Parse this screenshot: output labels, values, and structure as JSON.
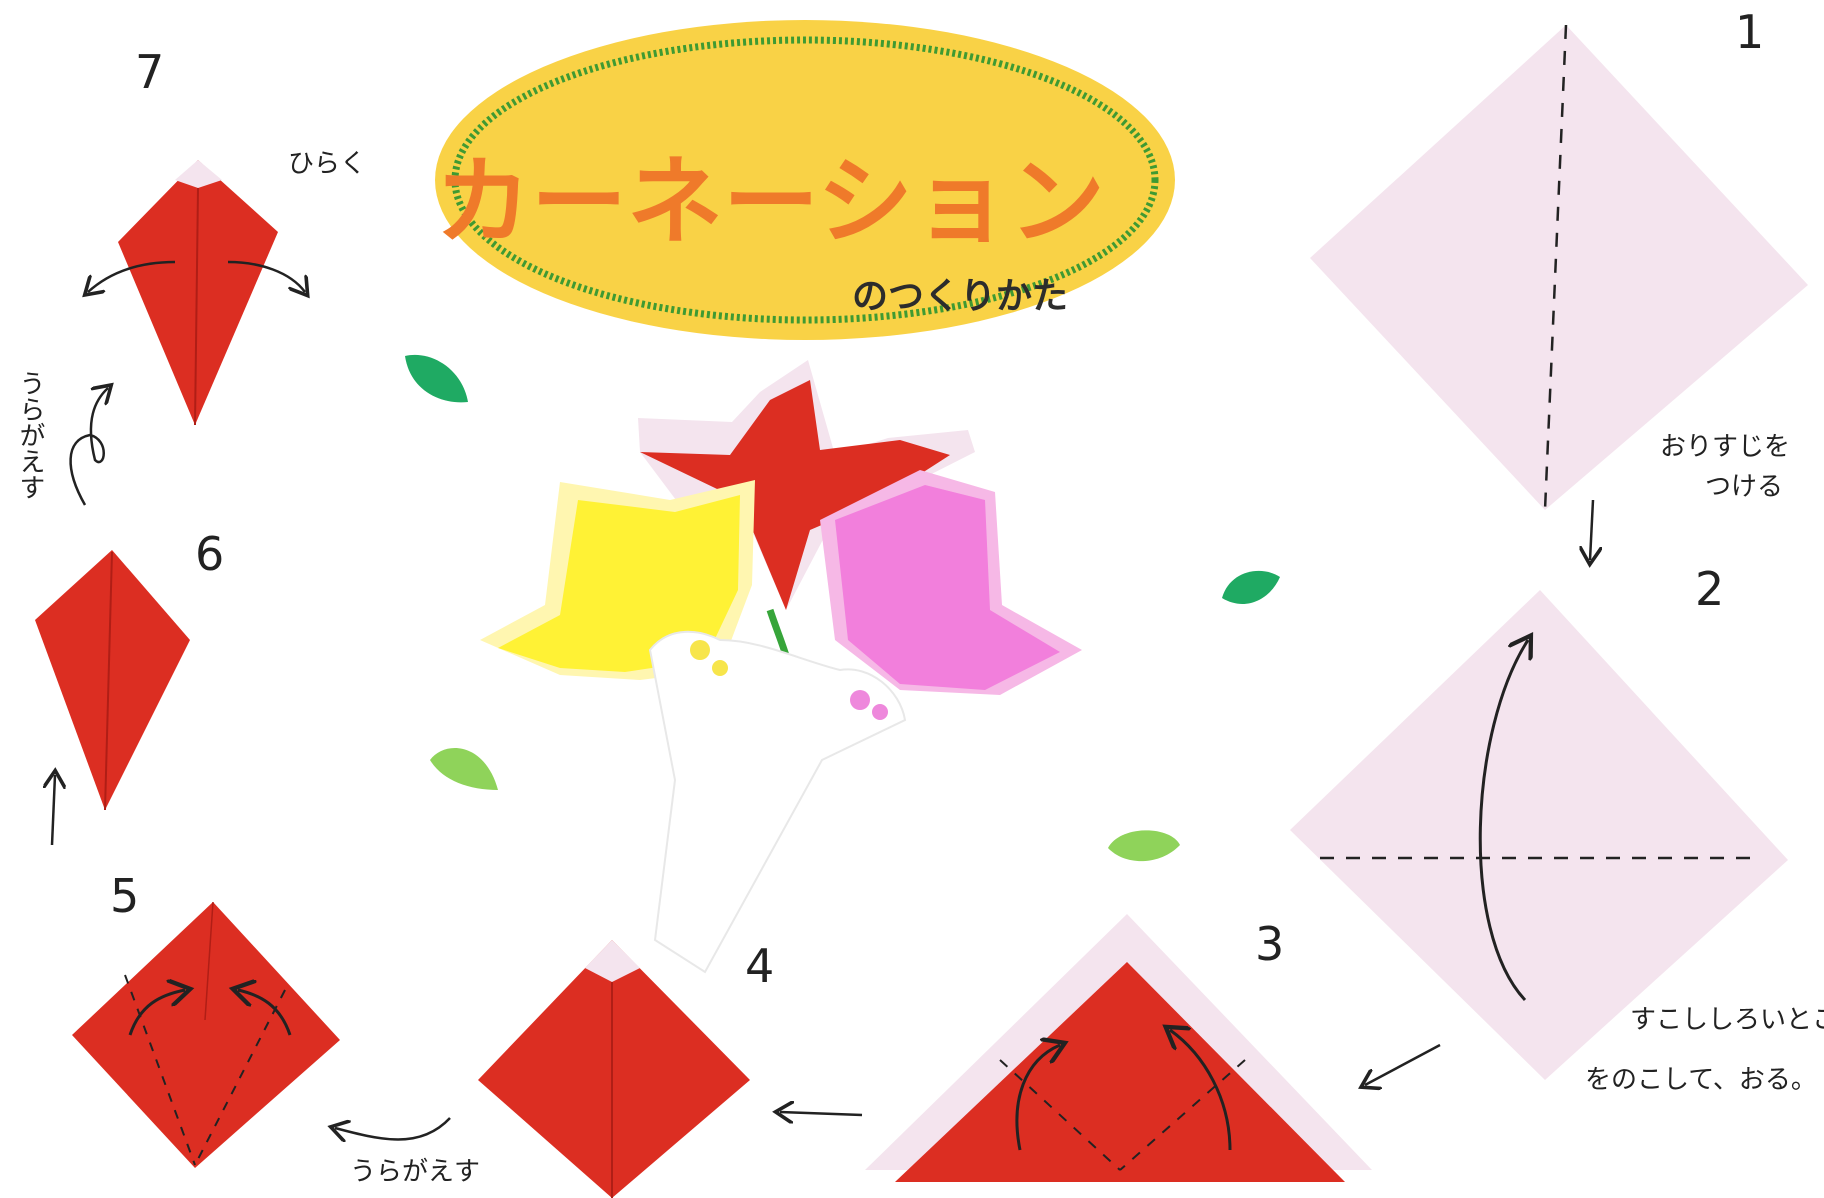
{
  "title": "カーネーション",
  "subtitle": "のつくりかた",
  "steps": {
    "s1": {
      "number": "1",
      "note_line1": "おりすじを",
      "note_line2": "つける"
    },
    "s2": {
      "number": "2",
      "note_line1": "すこししろいところ",
      "note_line2": "をのこして、おる。"
    },
    "s3": {
      "number": "3"
    },
    "s4": {
      "number": "4",
      "note": "うらがえす"
    },
    "s5": {
      "number": "5"
    },
    "s6": {
      "number": "6",
      "note": "うらがえす"
    },
    "s7": {
      "number": "7",
      "note": "ひらく"
    }
  },
  "colors": {
    "paper_pink": "#f4e4ee",
    "paper_red": "#dc2e22",
    "flower_yellow": "#fff235",
    "flower_pink": "#f27fdc",
    "title_bg": "#f9d246",
    "title_border": "#3f9a32",
    "title_text": "#ef7a2a",
    "leaf_dark": "#1faa63",
    "leaf_light": "#8fd35a"
  }
}
